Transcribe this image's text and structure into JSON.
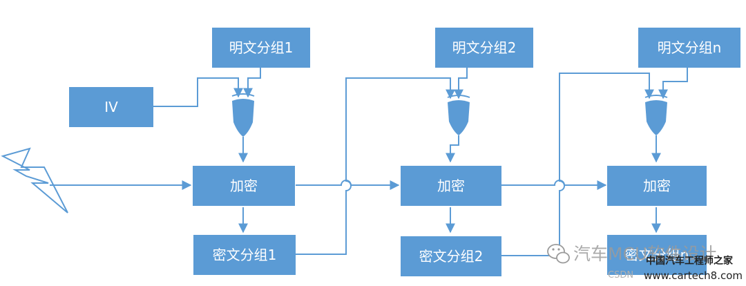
{
  "colors": {
    "box_fill": "#5b9bd5",
    "line": "#5b9bd5",
    "text": "#ffffff",
    "background": "#ffffff"
  },
  "blocks": {
    "iv": "IV",
    "plaintext": [
      "明文分组1",
      "明文分组2",
      "明文分组n"
    ],
    "encrypt": [
      "加密",
      "加密",
      "加密"
    ],
    "ciphertext": [
      "密文分组1",
      "密文分组2",
      "密文分组n"
    ]
  },
  "icons": {
    "key": "lightning-bolt-icon",
    "xor": "xor-gate-icon",
    "wechat": "wechat-icon"
  },
  "watermark": {
    "account": "汽车MCU软件设计",
    "site_cn": "中国汽车工程师之家",
    "csdn": "CSDN",
    "url": "www.cartech8.com"
  }
}
